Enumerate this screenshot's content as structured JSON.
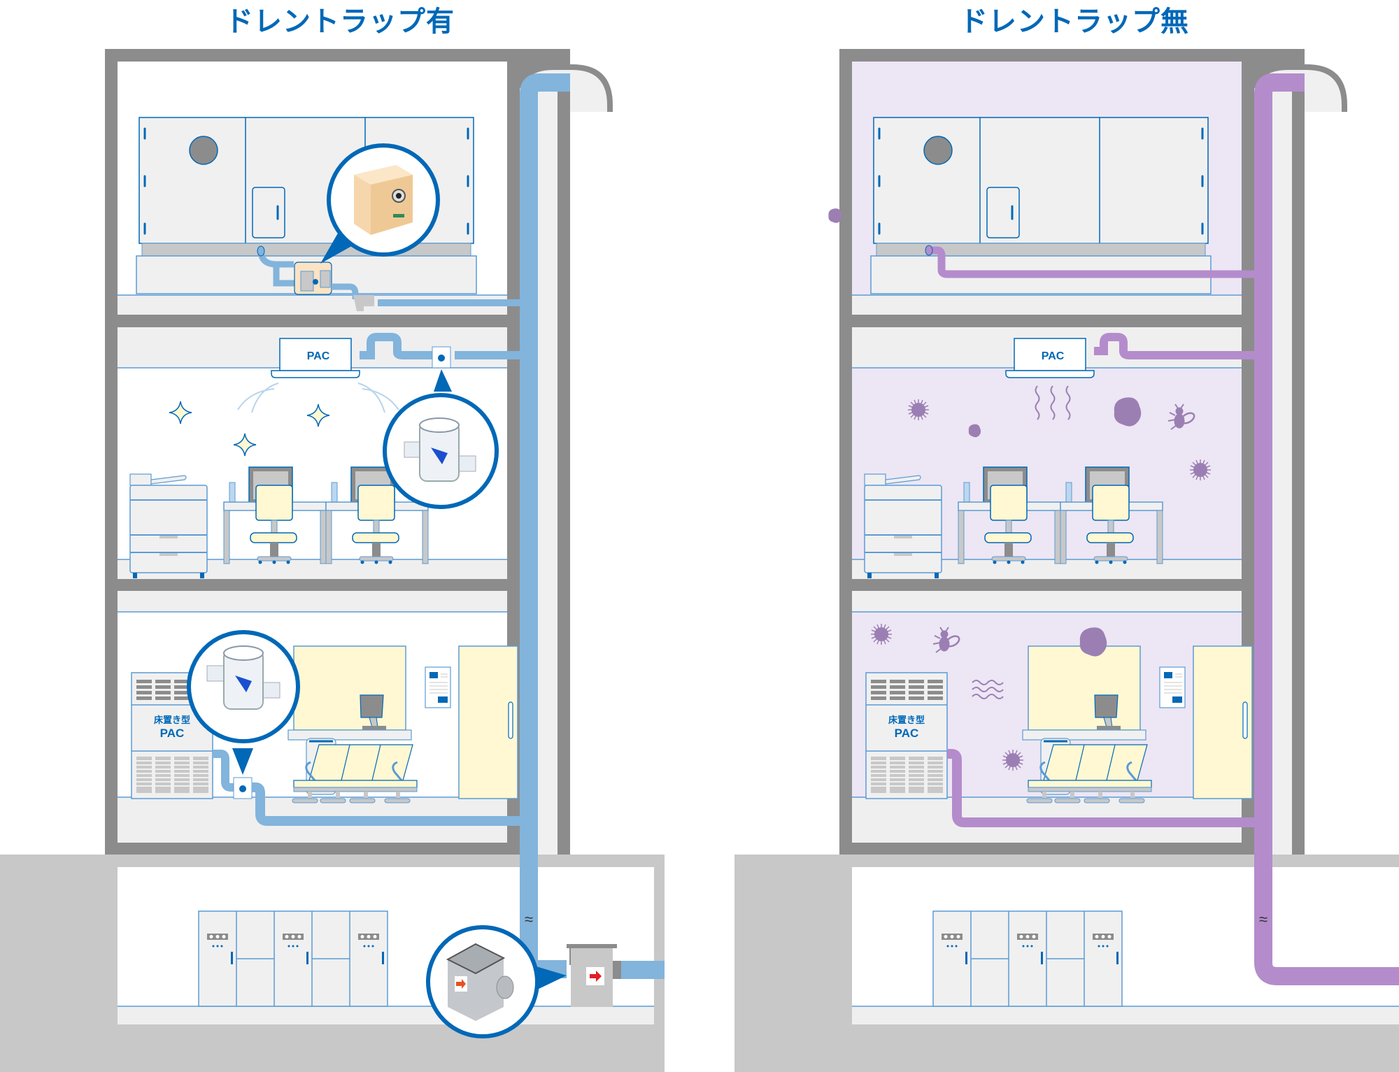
{
  "panels": [
    {
      "id": "with-trap",
      "title": "ドレントラップ有",
      "pipe_color": "#82b4dc",
      "room_bg": "#ffffff",
      "floors": [
        {
          "name": "machine-room",
          "equipment": "air-handling-unit",
          "trap_callout": "drain-trap-box"
        },
        {
          "name": "office",
          "equipment_label": "PAC",
          "trap_callout": "drain-trap-clear",
          "air_state": "clean"
        },
        {
          "name": "reception",
          "equipment_label_line1": "床置き型",
          "equipment_label_line2": "PAC",
          "trap_callout": "drain-trap-clear",
          "air_state": "clean"
        }
      ],
      "basement": {
        "equipment": "electrical-panels",
        "trap_callout": "floor-drain-trap-box"
      }
    },
    {
      "id": "without-trap",
      "title": "ドレントラップ無",
      "pipe_color": "#b48ccc",
      "room_bg": "#ede6f4",
      "floors": [
        {
          "name": "machine-room",
          "equipment": "air-handling-unit"
        },
        {
          "name": "office",
          "equipment_label": "PAC",
          "air_state": "contaminated",
          "hazards": [
            "virus",
            "odor",
            "dust",
            "insect"
          ]
        },
        {
          "name": "reception",
          "equipment_label_line1": "床置き型",
          "equipment_label_line2": "PAC",
          "air_state": "contaminated",
          "hazards": [
            "virus",
            "insect",
            "dust",
            "odor"
          ]
        }
      ],
      "basement": {
        "equipment": "electrical-panels"
      }
    }
  ],
  "labels": {
    "pac": "PAC",
    "floor_pac_1": "床置き型",
    "floor_pac_2": "PAC",
    "break_mark": "≈"
  },
  "colors": {
    "title_blue": "#0068b7",
    "outline_blue": "#0068b7",
    "line_blue": "#5b9bd5",
    "wall_gray": "#8c8c8c",
    "ground_gray": "#c8c8c8",
    "slab_light": "#efefef",
    "pipe_blue": "#82b4dc",
    "pipe_purple": "#b48ccc",
    "contam_bg": "#ede6f4",
    "hazard_purple": "#9b7fb3",
    "furniture_yellow": "#fff8d2",
    "trap_tan": "#fbe3c3"
  }
}
